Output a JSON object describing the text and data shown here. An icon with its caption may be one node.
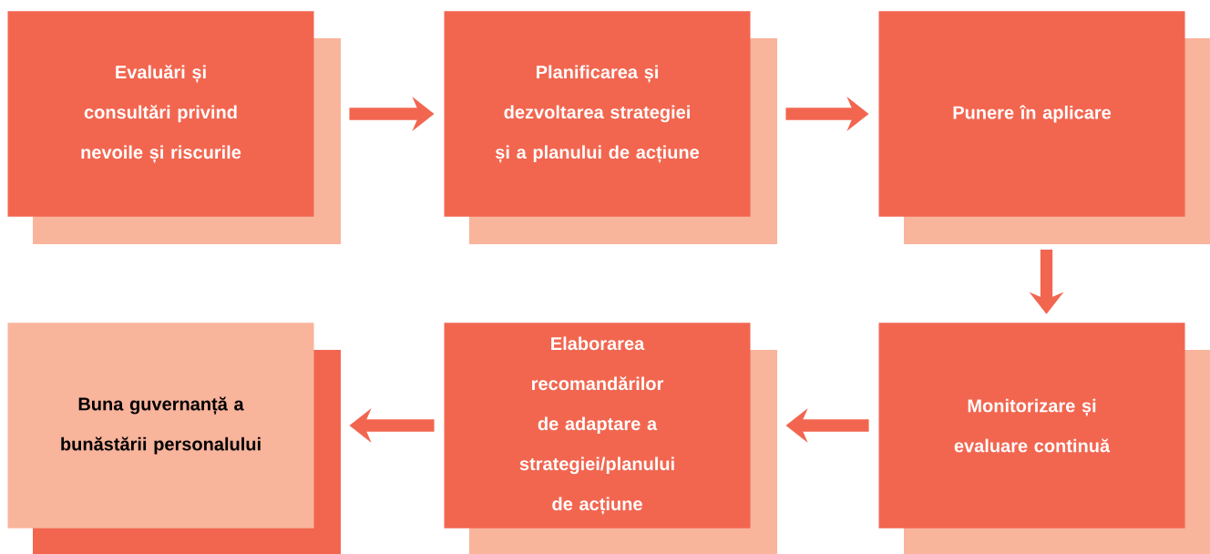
{
  "diagram": {
    "nodes": [
      {
        "text": [
          "Evaluări și consultări privind nevoile și riscurile"
        ]
      },
      {
        "text": [
          "Planificarea și dezvoltarea strategiei și a planului de acțiune"
        ]
      },
      {
        "text": [
          "Punere în aplicare"
        ]
      },
      {
        "text": [
          "Monitorizare și evaluare continuă"
        ]
      },
      {
        "text": [
          "Elaborarea recomandărilor de adaptare a strategiei/planului de acțiune"
        ]
      },
      {
        "text": [
          "Buna guvernanță a bunăstării personalului"
        ]
      }
    ],
    "edges": [
      {
        "from": 0,
        "to": 1,
        "arrow": "to"
      },
      {
        "from": 1,
        "to": 2,
        "arrow": "to"
      },
      {
        "from": 2,
        "to": 3,
        "arrow": "to"
      },
      {
        "from": 3,
        "to": 4,
        "arrow": "to"
      },
      {
        "from": 4,
        "to": 5,
        "arrow": "to"
      }
    ]
  }
}
